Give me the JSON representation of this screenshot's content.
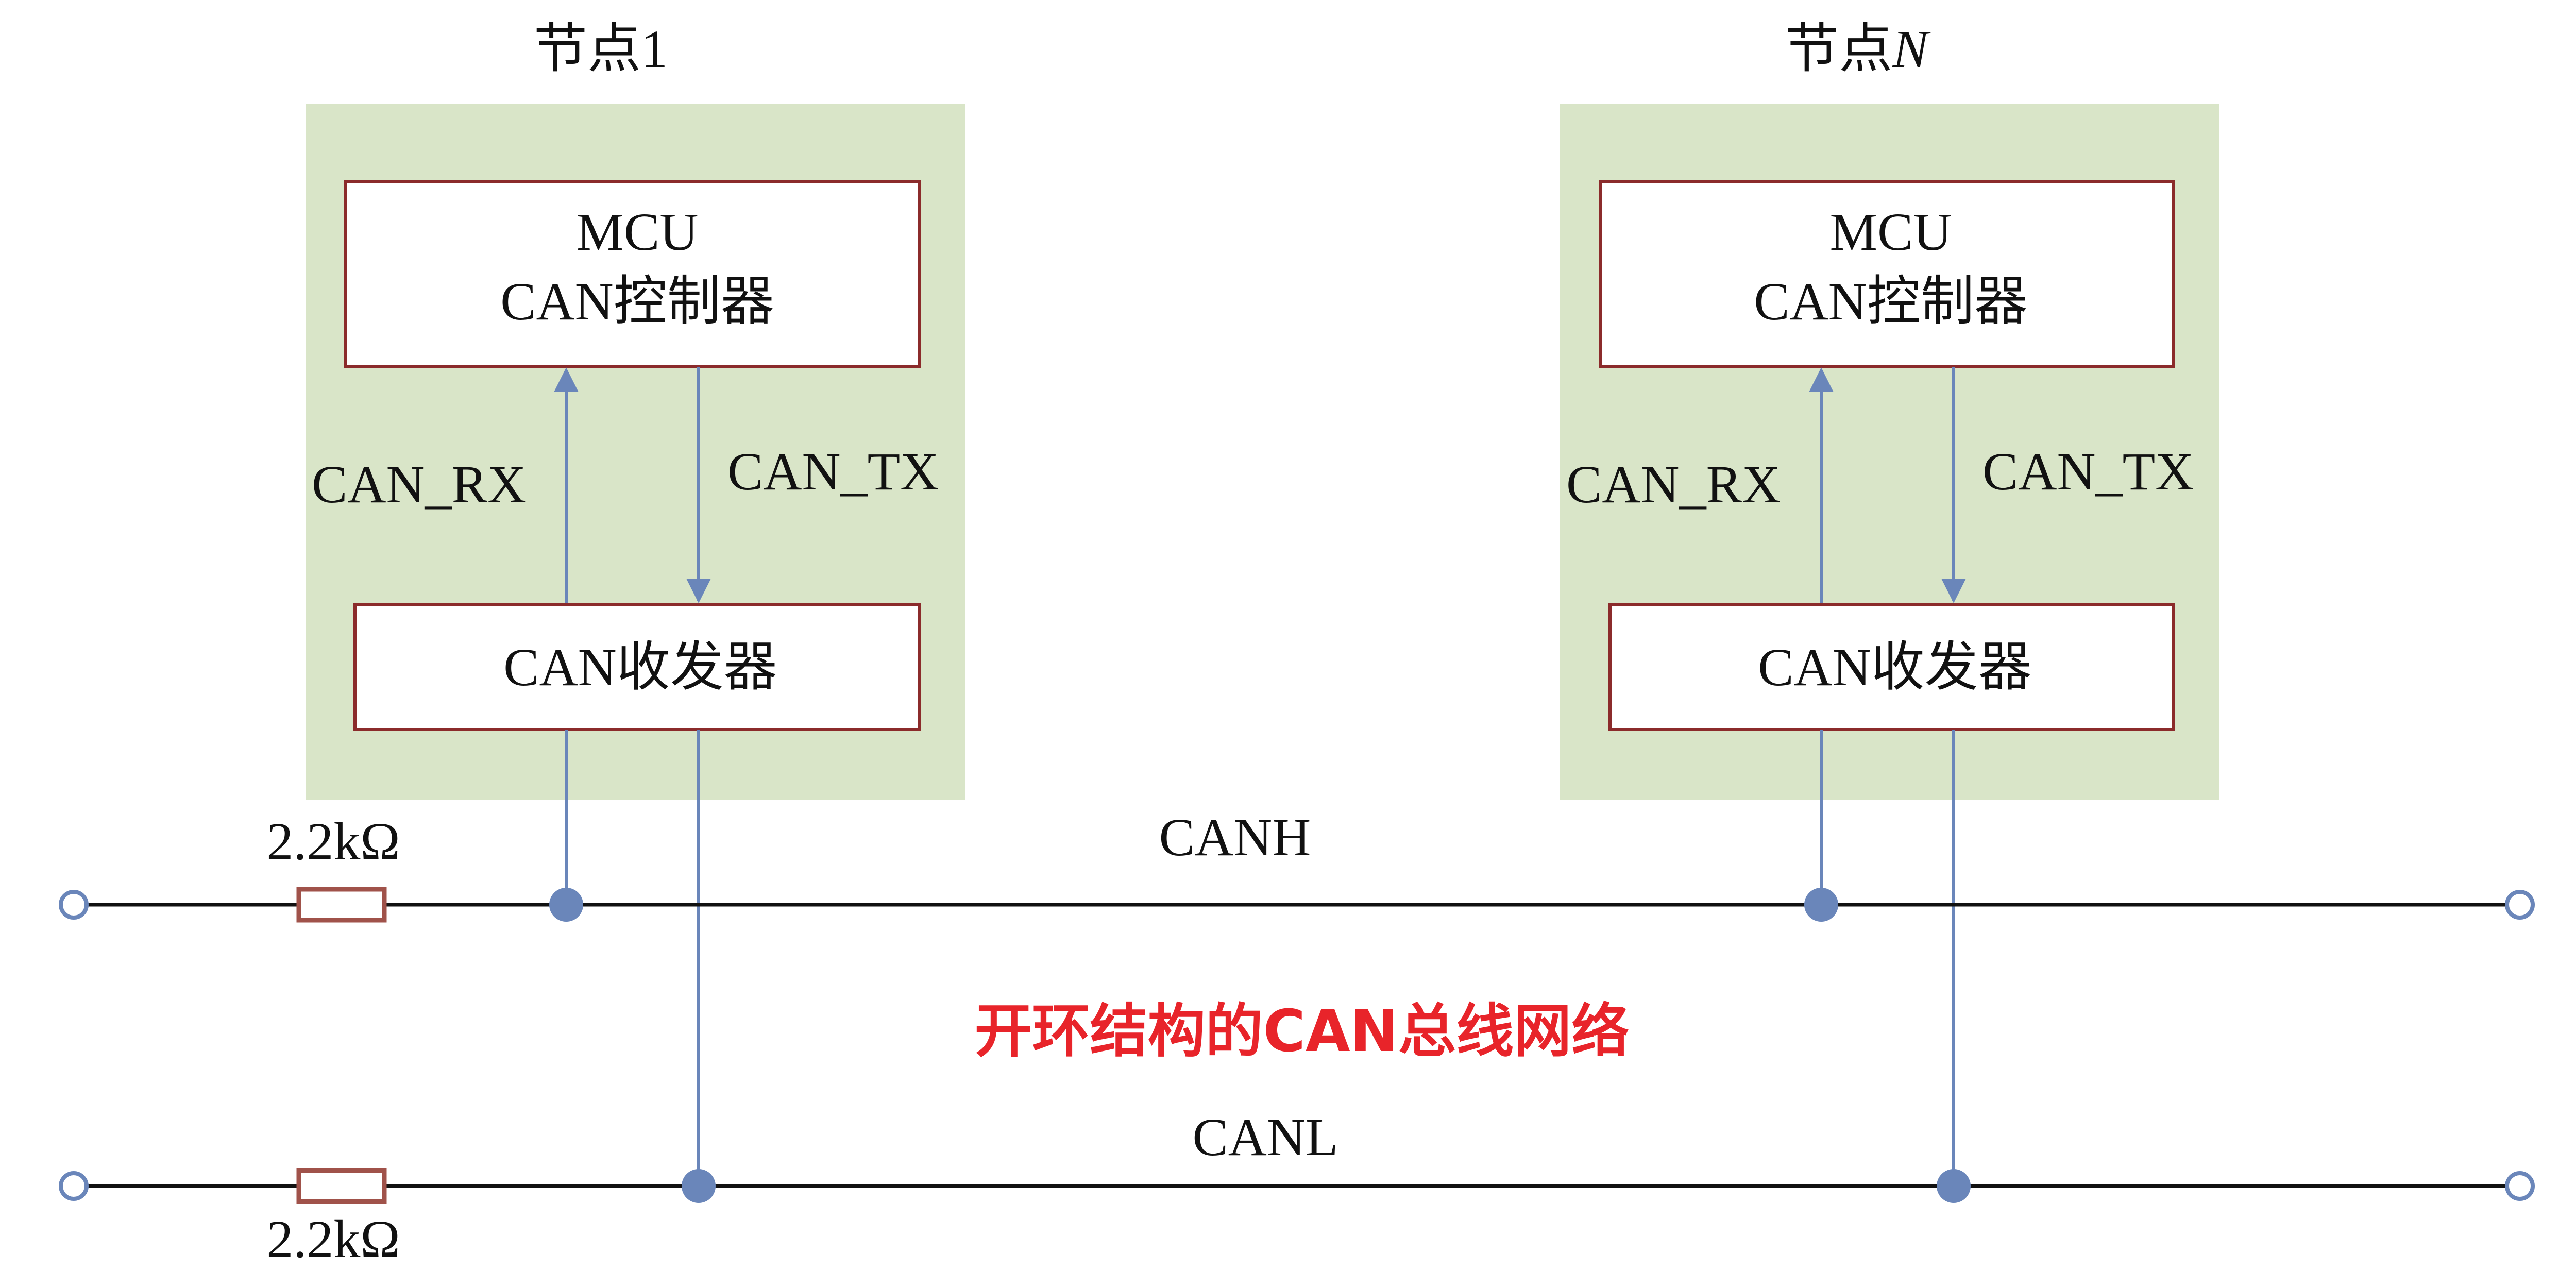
{
  "nodes": [
    {
      "title_prefix": "节点",
      "title_suffix": "1",
      "mcu_line1": "MCU",
      "mcu_line2": "CAN控制器",
      "rx_label": "CAN_RX",
      "tx_label": "CAN_TX",
      "transceiver": "CAN收发器"
    },
    {
      "title_prefix": "节点",
      "title_suffix": "N",
      "mcu_line1": "MCU",
      "mcu_line2": "CAN控制器",
      "rx_label": "CAN_RX",
      "tx_label": "CAN_TX",
      "transceiver": "CAN收发器"
    }
  ],
  "bus": {
    "canh_label": "CANH",
    "canl_label": "CANL",
    "resistor_top": "2.2kΩ",
    "resistor_bottom": "2.2kΩ"
  },
  "caption": "开环结构的CAN总线网络",
  "colors": {
    "node_background": "#d9e5c8",
    "box_border": "#8b2b2b",
    "signal_line": "#6a86ba",
    "junction": "#6a86ba",
    "bus_line": "#111111",
    "resistor": "#a0524a",
    "caption": "#e8242a"
  }
}
